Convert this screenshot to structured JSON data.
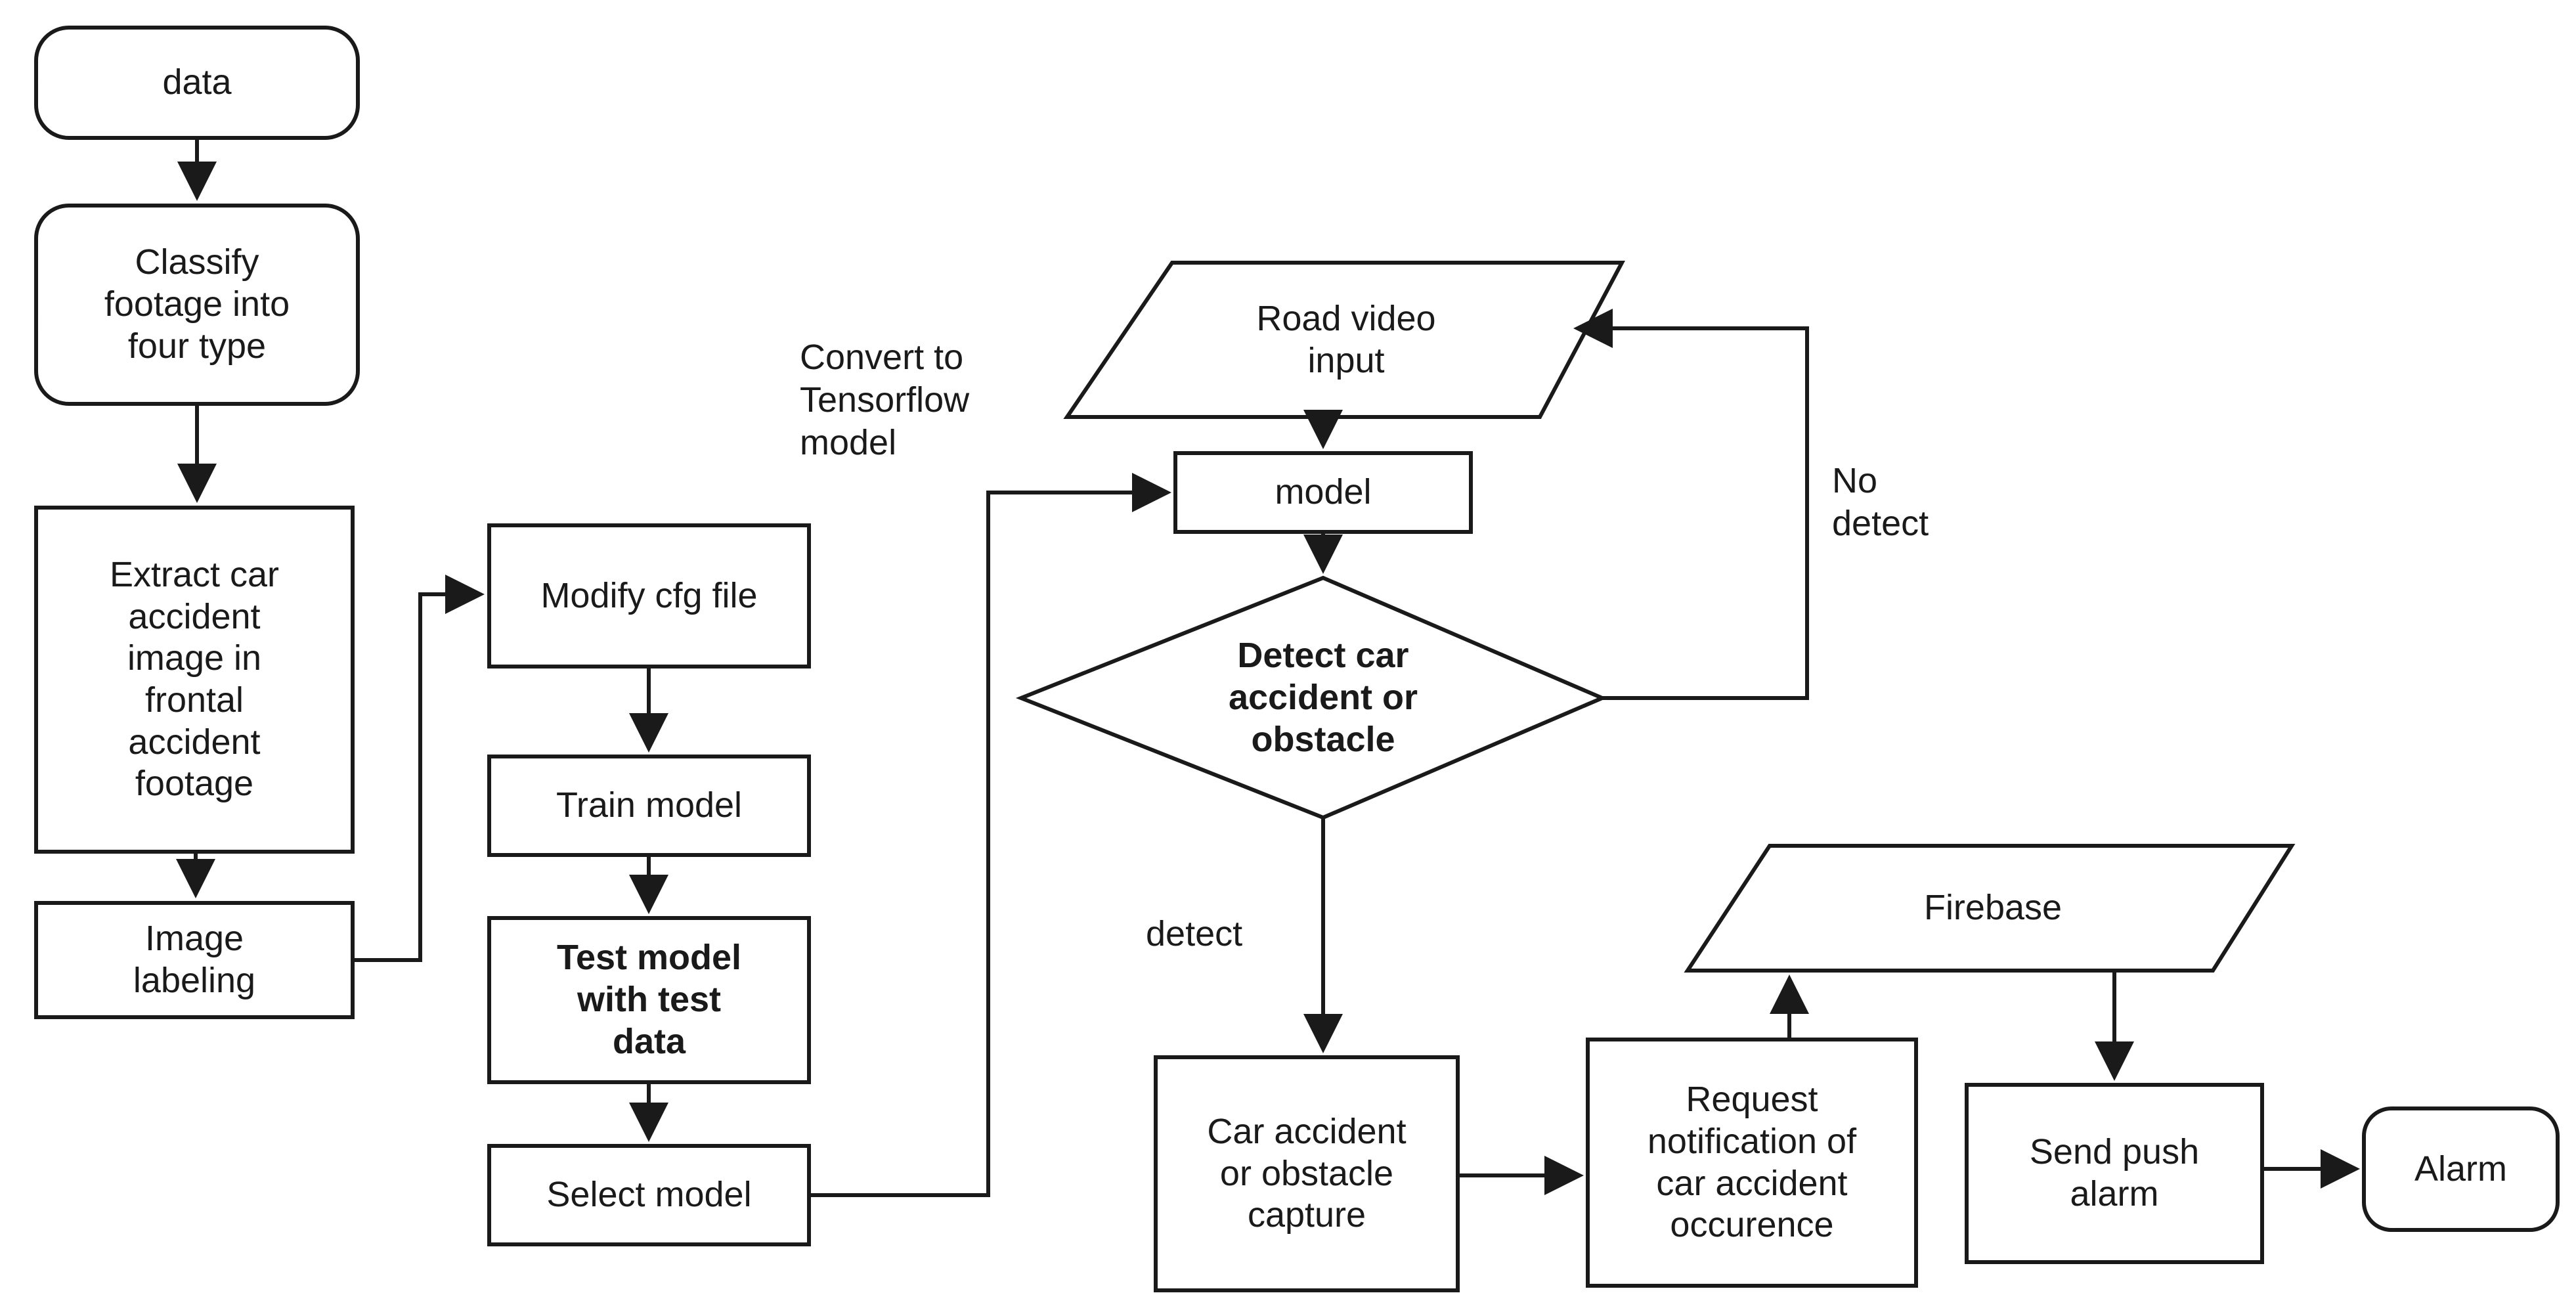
{
  "diagram": {
    "title": "Car accident detection system flowchart",
    "type": "flowchart",
    "stroke_color": "#1a1a1a",
    "fill_color": "#ffffff",
    "background": "#ffffff"
  },
  "nodes": {
    "data": {
      "label": "data",
      "shape": "rounded-rectangle",
      "bold": false
    },
    "classify": {
      "label": "Classify\nfootage into\nfour type",
      "shape": "rounded-rectangle",
      "bold": false
    },
    "extract": {
      "label": "Extract car\naccident\nimage in\nfrontal\naccident\nfootage",
      "shape": "rectangle",
      "bold": false
    },
    "image_labeling": {
      "label": "Image\nlabeling",
      "shape": "rectangle",
      "bold": false
    },
    "modify_cfg": {
      "label": "Modify cfg file",
      "shape": "rectangle",
      "bold": false
    },
    "train_model": {
      "label": "Train model",
      "shape": "rectangle",
      "bold": false
    },
    "test_model": {
      "label": "Test model\nwith test\ndata",
      "shape": "rectangle",
      "bold": true
    },
    "select_model": {
      "label": "Select model",
      "shape": "rectangle",
      "bold": false
    },
    "road_video_input": {
      "label": "Road video\ninput",
      "shape": "parallelogram",
      "bold": false
    },
    "model": {
      "label": "model",
      "shape": "rectangle",
      "bold": false
    },
    "detect_decision": {
      "label": "Detect car\naccident or\nobstacle",
      "shape": "diamond",
      "bold": true
    },
    "capture": {
      "label": "Car accident\nor obstacle\ncapture",
      "shape": "rectangle",
      "bold": false
    },
    "request_notification": {
      "label": "Request\nnotification of\ncar accident\noccurence",
      "shape": "rectangle",
      "bold": false
    },
    "firebase": {
      "label": "Firebase",
      "shape": "parallelogram",
      "bold": false
    },
    "send_push_alarm": {
      "label": "Send push\nalarm",
      "shape": "rectangle",
      "bold": false
    },
    "alarm": {
      "label": "Alarm",
      "shape": "rounded-rectangle",
      "bold": false
    }
  },
  "edge_labels": {
    "convert_to_tensorflow": "Convert to\nTensorflow\nmodel",
    "no_detect": "No\ndetect",
    "detect": "detect"
  },
  "edges": [
    {
      "from": "data",
      "to": "classify",
      "label": ""
    },
    {
      "from": "classify",
      "to": "extract",
      "label": ""
    },
    {
      "from": "extract",
      "to": "image_labeling",
      "label": ""
    },
    {
      "from": "image_labeling",
      "to": "modify_cfg",
      "label": ""
    },
    {
      "from": "modify_cfg",
      "to": "train_model",
      "label": ""
    },
    {
      "from": "train_model",
      "to": "test_model",
      "label": ""
    },
    {
      "from": "test_model",
      "to": "select_model",
      "label": ""
    },
    {
      "from": "select_model",
      "to": "model",
      "label": "Convert to Tensorflow model"
    },
    {
      "from": "road_video_input",
      "to": "model",
      "label": ""
    },
    {
      "from": "model",
      "to": "detect_decision",
      "label": ""
    },
    {
      "from": "detect_decision",
      "to": "road_video_input",
      "label": "No detect"
    },
    {
      "from": "detect_decision",
      "to": "capture",
      "label": "detect"
    },
    {
      "from": "capture",
      "to": "request_notification",
      "label": ""
    },
    {
      "from": "request_notification",
      "to": "firebase",
      "label": ""
    },
    {
      "from": "firebase",
      "to": "send_push_alarm",
      "label": ""
    },
    {
      "from": "send_push_alarm",
      "to": "alarm",
      "label": ""
    }
  ]
}
